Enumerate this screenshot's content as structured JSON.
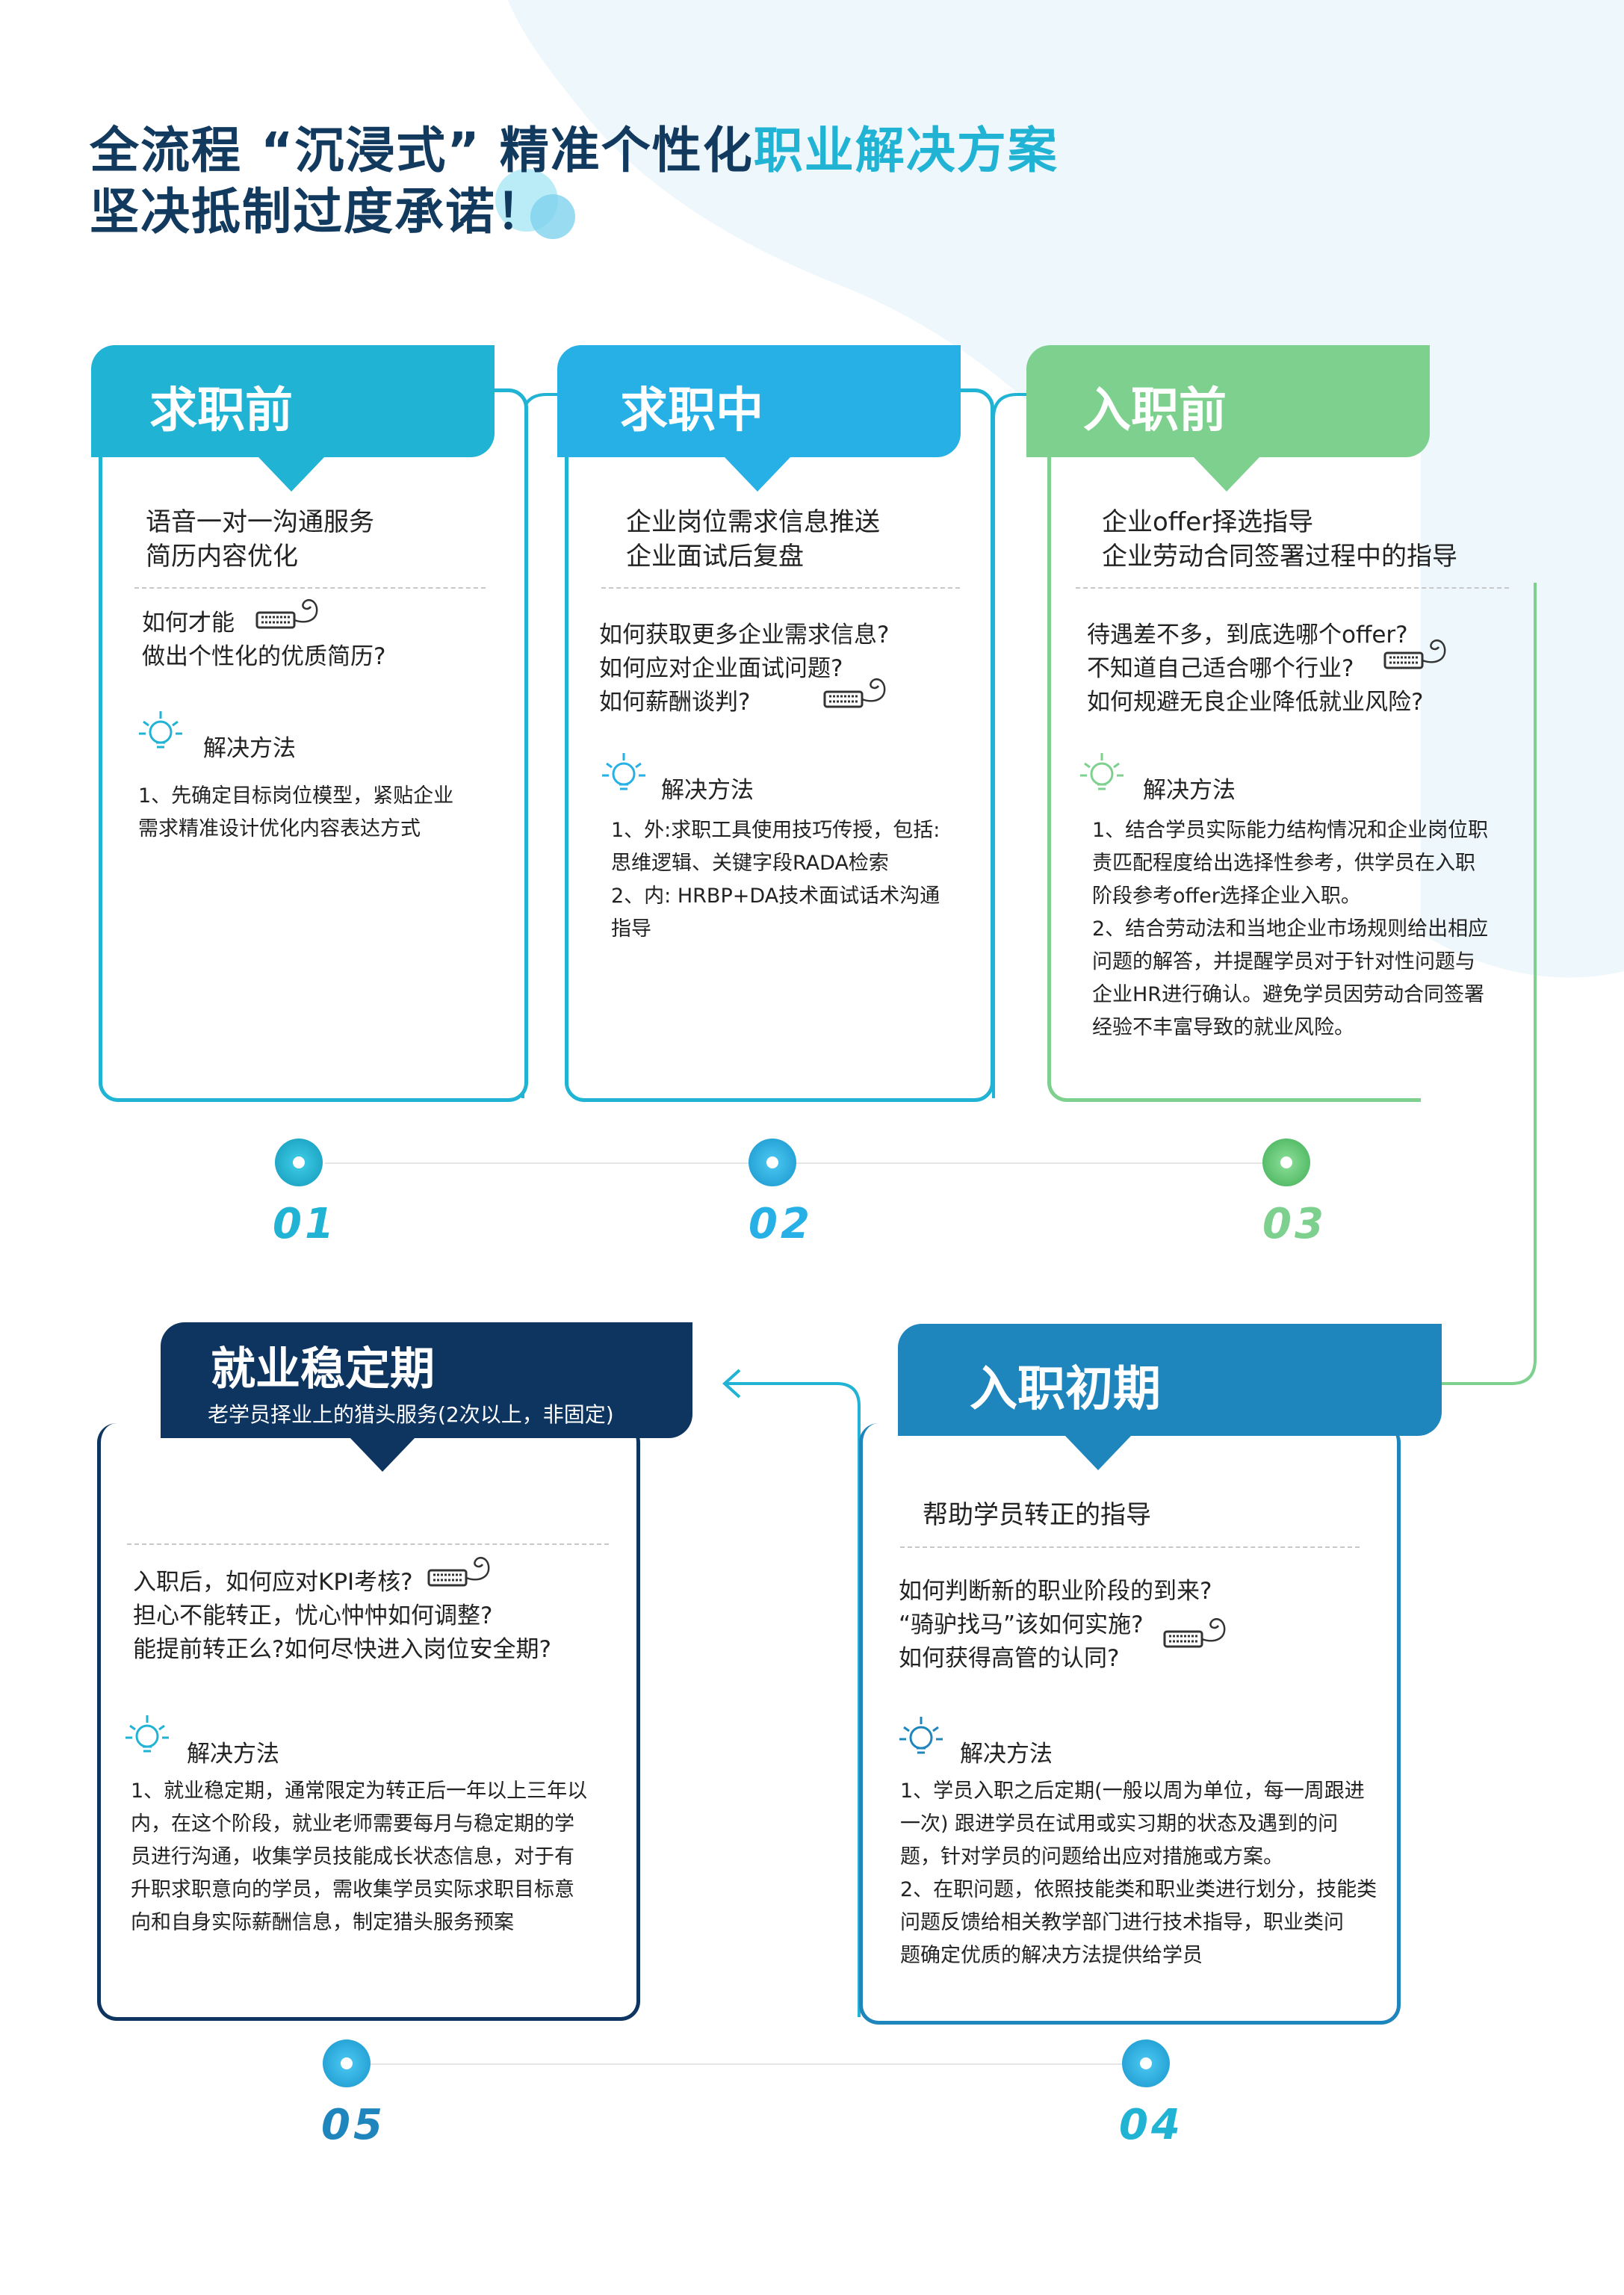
{
  "title": {
    "line1_prefix": "全流程 “沉浸式” 精准个性化",
    "line1_highlight": "职业解决方案",
    "line2": "坚决抵制过度承诺！"
  },
  "colors": {
    "navy": "#123a5e",
    "cyan": "#21b3d4",
    "sky": "#27b0e6",
    "green": "#7ed08f",
    "blue": "#1f86bd",
    "dark_navy": "#0e3460"
  },
  "stages": [
    {
      "number": "01",
      "title": "求职前",
      "services": [
        "语音一对一沟通服务",
        "简历内容优化"
      ],
      "questions": [
        "如何才能",
        "做出个性化的优质简历?"
      ],
      "solution_label": "解决方法",
      "solutions": [
        "1、先确定目标岗位模型，紧贴企业",
        "需求精准设计优化内容表达方式"
      ]
    },
    {
      "number": "02",
      "title": "求职中",
      "services": [
        "企业岗位需求信息推送",
        "企业面试后复盘"
      ],
      "questions": [
        "如何获取更多企业需求信息?",
        "如何应对企业面试问题?",
        "如何薪酬谈判?"
      ],
      "solution_label": "解决方法",
      "solutions": [
        "1、外:求职工具使用技巧传授，包括:",
        "思维逻辑、关键字段RADA检索",
        "2、内: HRBP+DA技术面试话术沟通",
        "指导"
      ]
    },
    {
      "number": "03",
      "title": "入职前",
      "services": [
        "企业offer择选指导",
        "企业劳动合同签署过程中的指导"
      ],
      "questions": [
        "待遇差不多，到底选哪个offer?",
        "不知道自己适合哪个行业?",
        "如何规避无良企业降低就业风险?"
      ],
      "solution_label": "解决方法",
      "solutions": [
        "1、结合学员实际能力结构情况和企业岗位职",
        "责匹配程度给出选择性参考，供学员在入职",
        "阶段参考offer选择企业入职。",
        "2、结合劳动法和当地企业市场规则给出相应",
        "问题的解答，并提醒学员对于针对性问题与",
        "企业HR进行确认。避免学员因劳动合同签署",
        "经验不丰富导致的就业风险。"
      ]
    },
    {
      "number": "04",
      "title": "入职初期",
      "services": [
        "帮助学员转正的指导"
      ],
      "questions": [
        "如何判断新的职业阶段的到来?",
        "“骑驴找马”该如何实施?",
        "如何获得高管的认同?"
      ],
      "solution_label": "解决方法",
      "solutions": [
        "1、学员入职之后定期(一般以周为单位，每一周跟进",
        "一次) 跟进学员在试用或实习期的状态及遇到的问",
        "题，针对学员的问题给出应对措施或方案。",
        "2、在职问题，依照技能类和职业类进行划分，技能类",
        "问题反馈给相关教学部门进行技术指导，职业类问",
        "题确定优质的解决方法提供给学员"
      ]
    },
    {
      "number": "05",
      "title": "就业稳定期",
      "subtitle": "老学员择业上的猎头服务(2次以上，非固定)",
      "questions": [
        "入职后，如何应对KPI考核?",
        "担心不能转正，忧心忡忡如何调整?",
        "能提前转正么?如何尽快进入岗位安全期?"
      ],
      "solution_label": "解决方法",
      "solutions": [
        "1、就业稳定期，通常限定为转正后一年以上三年以",
        "内，在这个阶段，就业老师需要每月与稳定期的学",
        "员进行沟通，收集学员技能成长状态信息，对于有",
        "升职求职意向的学员，需收集学员实际求职目标意",
        "向和自身实际薪酬信息，制定猎头服务预案"
      ]
    }
  ]
}
